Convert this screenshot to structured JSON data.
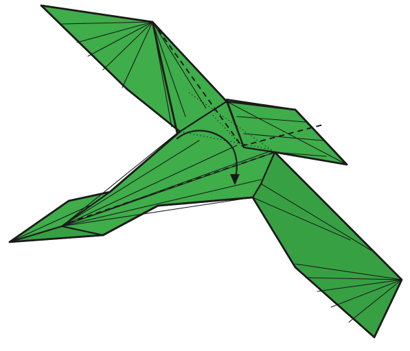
{
  "figure": {
    "subject": "origami-bird",
    "paper_color": "#3ead4a",
    "paper_color_shade": "#37a043",
    "line_color": "#1a1a1a",
    "background": "#ffffff",
    "symbols": [
      "valley-fold-line",
      "x-ray-line",
      "turn-over-arrow"
    ]
  }
}
